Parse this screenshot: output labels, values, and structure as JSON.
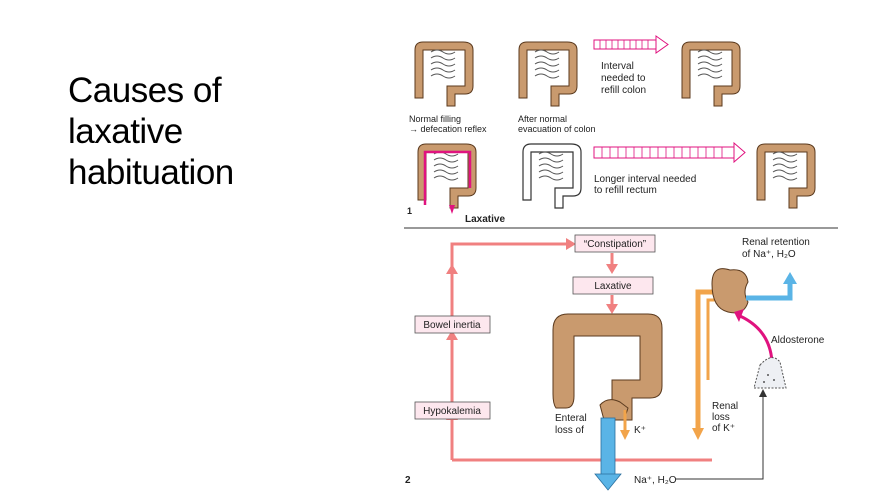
{
  "slide": {
    "title_lines": [
      "Causes of",
      "laxative",
      "habituation"
    ]
  },
  "panel1": {
    "number": "1",
    "interval_lines": [
      "Interval",
      "needed to",
      "refill colon"
    ],
    "normal_lines": [
      "Normal filling",
      "→ defecation reflex"
    ],
    "after_lines": [
      "After normal",
      "evacuation of colon"
    ],
    "longer_lines": [
      "Longer interval needed",
      "to refill rectum"
    ],
    "laxative": "Laxative"
  },
  "panel2": {
    "number": "2",
    "constipation": "“Constipation”",
    "laxative": "Laxative",
    "bowel_inertia": "Bowel inertia",
    "hypokalemia": "Hypokalemia",
    "renal_retention_lines": [
      "Renal retention",
      "of Na⁺, H₂O"
    ],
    "aldosterone": "Aldosterone",
    "enteral_lines": [
      "Enteral",
      "loss of"
    ],
    "k_plus": "K⁺",
    "renal_loss_lines": [
      "Renal",
      "loss",
      "of K⁺"
    ],
    "na_h2o": "Na⁺, H₂O"
  },
  "colors": {
    "pink_arrow": "#f08080",
    "box_fill": "#fde7ee",
    "colon_brown": "#c99a6e",
    "magenta": "#e0137f",
    "blue": "#5ab4e6",
    "orange": "#f2a44a"
  }
}
